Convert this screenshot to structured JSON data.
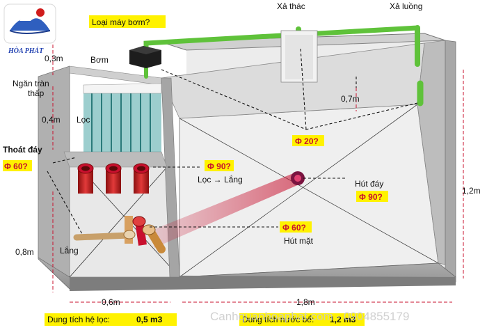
{
  "brand": "HÒA PHÁT",
  "pump_type_question": "Loại máy bơm?",
  "waterfall_outlet": "Xả thác",
  "stream_outlet": "Xả luồng",
  "pump": "Bơm",
  "overflow_chamber_line1": "Ngăn tràn",
  "overflow_chamber_line2": "thấp",
  "filter": "Lọc",
  "bottom_drain": "Thoát đáy",
  "settling": "Lắng",
  "filter_to_settling": "Lọc → Lắng",
  "bottom_suction": "Hút đáy",
  "surface_suction": "Hút mặt",
  "pipe_phi20": "Φ 20?",
  "pipe_phi60_drain": "Φ 60?",
  "pipe_phi90_filter": "Φ 90?",
  "pipe_phi90_bottom": "Φ 90?",
  "pipe_phi60_surface": "Φ 60?",
  "dim_pump_height": "0,3m",
  "dim_filter_height": "0,4m",
  "dim_settling_height": "0,8m",
  "dim_outlet_height": "0,7m",
  "dim_filter_width": "0,6m",
  "dim_pond_length": "1,8m",
  "dim_pond_height": "1,2m",
  "filter_volume_label": "Dung tích hệ lọc:",
  "filter_volume_value": "0,5 m3",
  "pond_volume_label": "Dung tích nước bể:",
  "pond_volume_value": "1,2 m3",
  "watermark": "Canhquanhoaphat.com - 0904855179",
  "colors": {
    "pipe_green": "#5fc23a",
    "pipe_red": "#c8102e",
    "highlight": "#fff200",
    "label_red": "#c8102e"
  }
}
